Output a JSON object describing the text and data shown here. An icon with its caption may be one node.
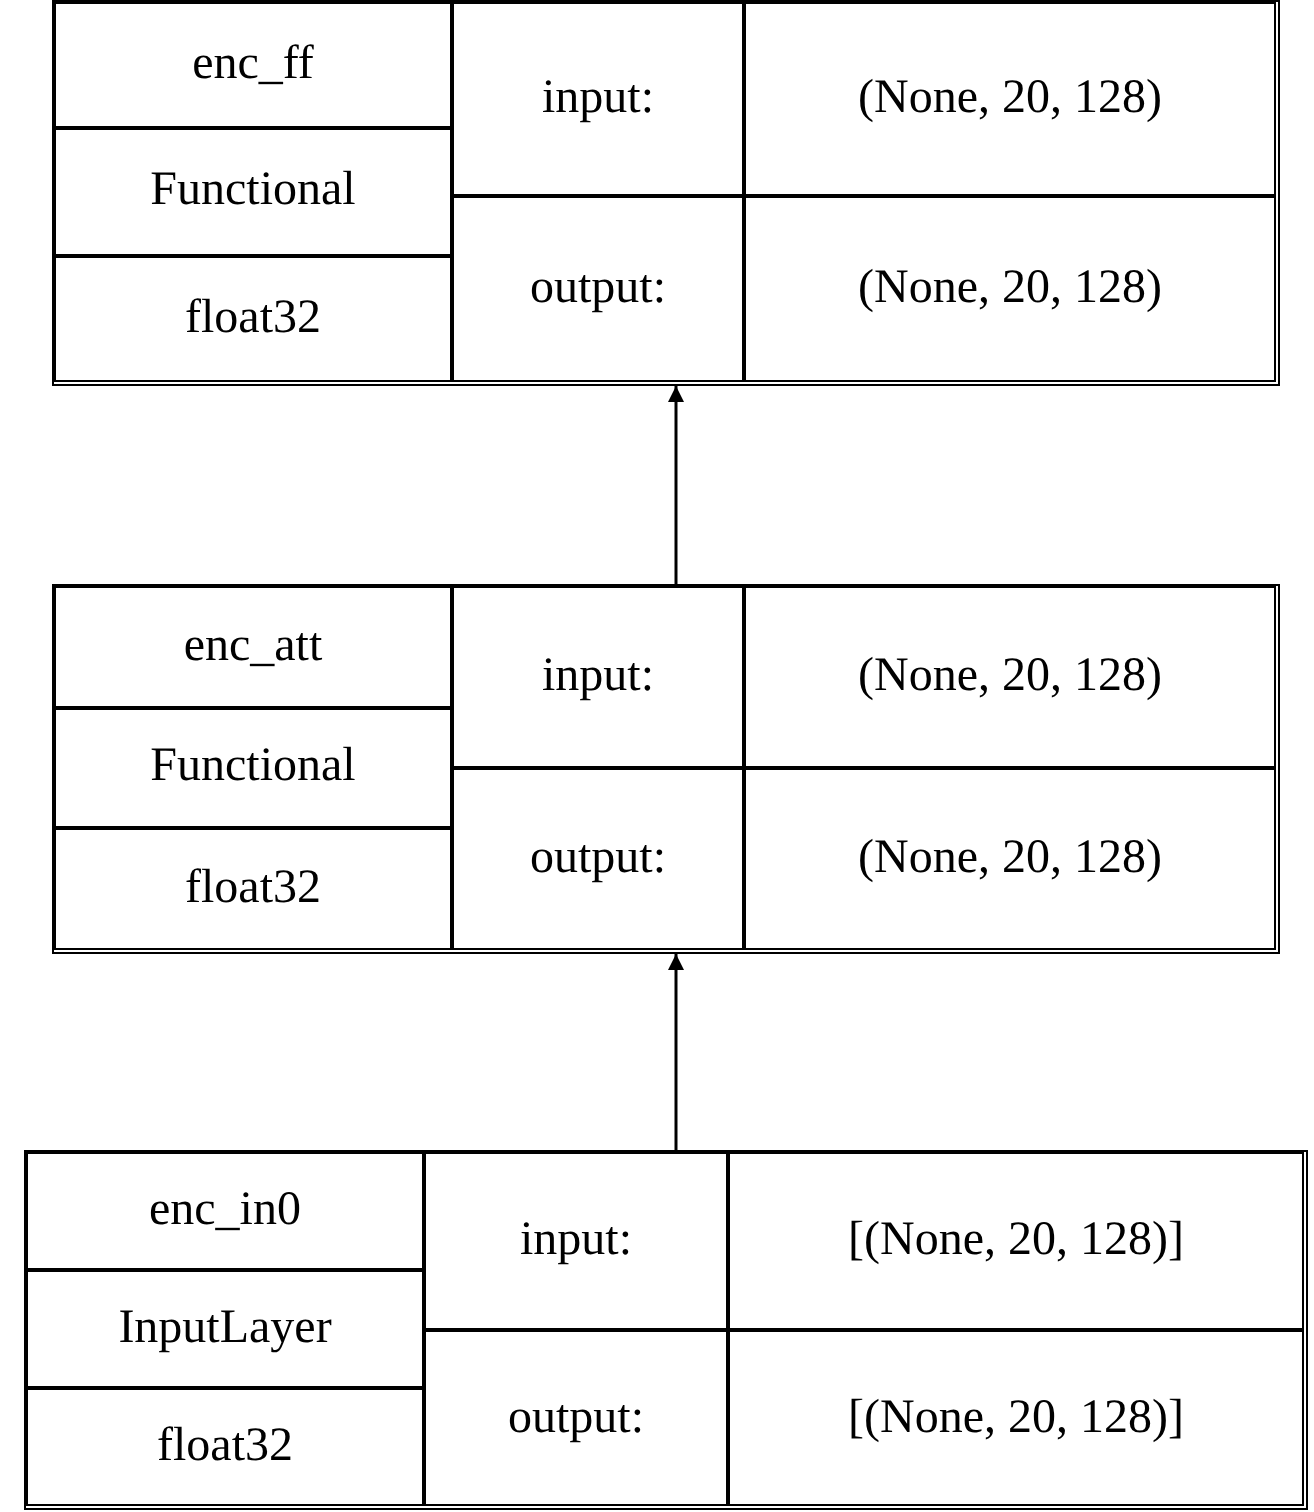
{
  "diagram": {
    "nodes": [
      {
        "text": [
          "enc_ff",
          "Functional",
          "float32",
          "input:",
          "(None, 20, 128)",
          "output:",
          "(None, 20, 128)"
        ]
      },
      {
        "text": [
          "enc_att",
          "Functional",
          "float32",
          "input:",
          "(None, 20, 128)",
          "output:",
          "(None, 20, 128)"
        ]
      },
      {
        "text": [
          "enc_in0",
          "InputLayer",
          "float32",
          "input:",
          "[(None, 20, 128)]",
          "output:",
          "[(None, 20, 128)]"
        ]
      }
    ],
    "edges": [
      {
        "from": 1,
        "to": 0,
        "arrow": "to"
      },
      {
        "from": 2,
        "to": 1,
        "arrow": "to"
      }
    ]
  }
}
